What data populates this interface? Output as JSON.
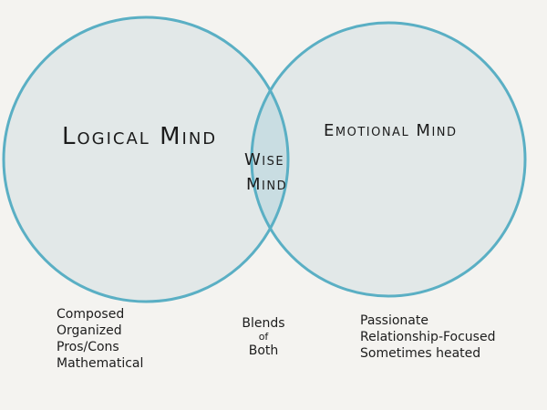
{
  "diagram": {
    "left_circle_label": "Logical Mind",
    "right_circle_label": "Emotional Mind",
    "overlap_label_line1": "Wise",
    "overlap_label_line2": "Mind"
  },
  "notes": {
    "left": [
      "Composed",
      "Organized",
      "Pros/Cons",
      "Mathematical"
    ],
    "middle": [
      "Blends",
      "of",
      "Both"
    ],
    "right": [
      "Passionate",
      "Relationship-Focused",
      "Sometimes heated"
    ]
  },
  "colors": {
    "background": "#f4f3f0",
    "circle_stroke": "#5aafc4",
    "circle_fill": "#e2e8e8",
    "overlap_fill": "#c9dde2"
  }
}
